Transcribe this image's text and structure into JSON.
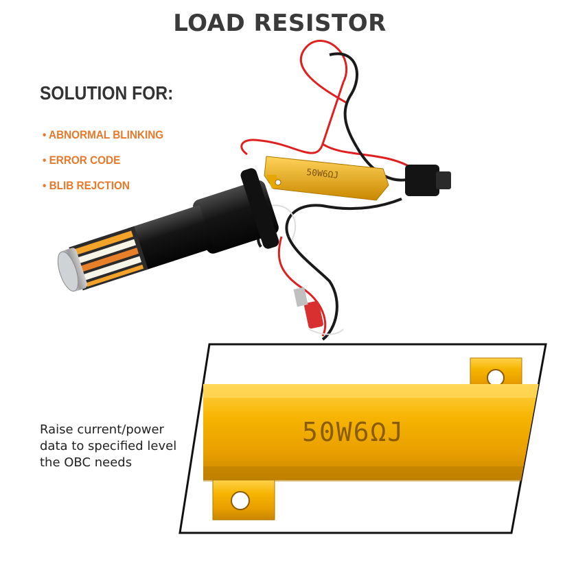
{
  "title": "LOAD RESISTOR",
  "solution_heading": "SOLUTION FOR:",
  "bullets": [
    "• ABNORMAL BLINKING",
    "• ERROR CODE",
    "• BLIB REJCTION"
  ],
  "description_lines": [
    "Raise current/power",
    "data to specified level",
    "the OBC needs"
  ],
  "resistor_marking": "50W6ΩJ",
  "colors": {
    "accent_orange": "#e8782a",
    "gold": "#f2b100",
    "wire_red": "#e02020",
    "wire_black": "#1a1a1a"
  }
}
